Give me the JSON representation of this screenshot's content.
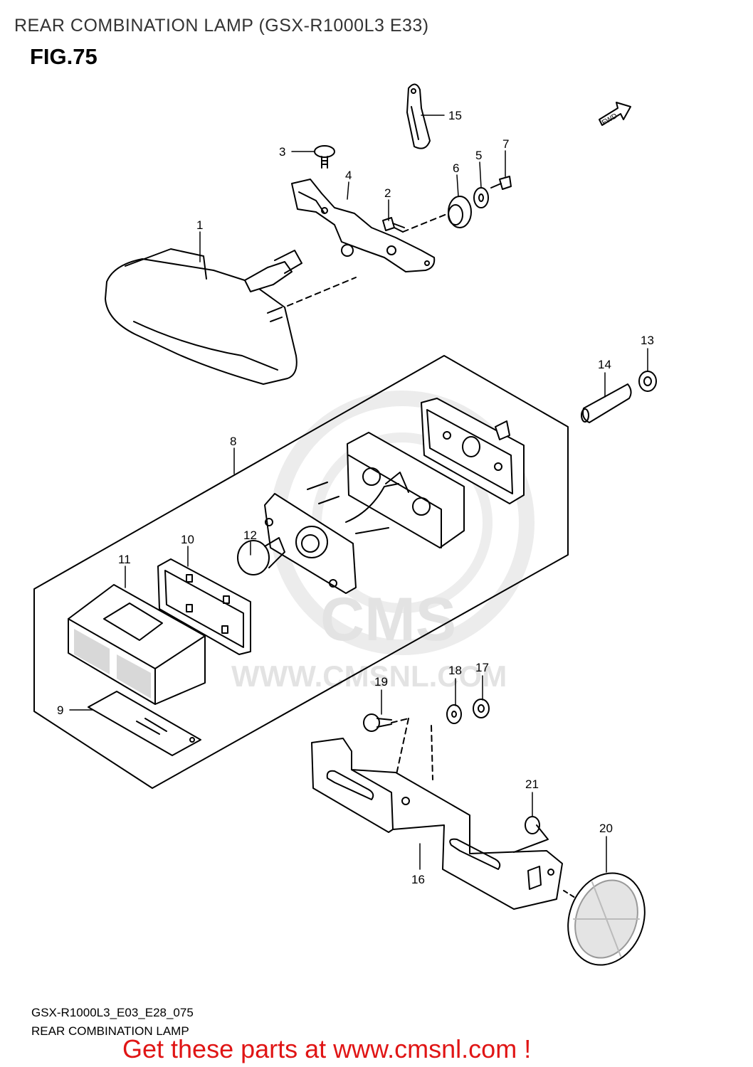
{
  "header": {
    "title": "REAR COMBINATION LAMP (GSX-R1000L3 E33)",
    "figure": "FIG.75"
  },
  "diagram": {
    "fwd_badge": "FWD",
    "watermark": {
      "brand": "CMS",
      "url": "WWW.CMSNL.COM"
    },
    "callouts": [
      {
        "id": "1",
        "label": "1"
      },
      {
        "id": "2",
        "label": "2"
      },
      {
        "id": "3",
        "label": "3"
      },
      {
        "id": "4",
        "label": "4"
      },
      {
        "id": "5",
        "label": "5"
      },
      {
        "id": "6",
        "label": "6"
      },
      {
        "id": "7",
        "label": "7"
      },
      {
        "id": "8",
        "label": "8"
      },
      {
        "id": "9",
        "label": "9"
      },
      {
        "id": "10",
        "label": "10"
      },
      {
        "id": "11",
        "label": "11"
      },
      {
        "id": "12",
        "label": "12"
      },
      {
        "id": "13",
        "label": "13"
      },
      {
        "id": "14",
        "label": "14"
      },
      {
        "id": "15",
        "label": "15"
      },
      {
        "id": "16",
        "label": "16"
      },
      {
        "id": "17",
        "label": "17"
      },
      {
        "id": "18",
        "label": "18"
      },
      {
        "id": "19",
        "label": "19"
      },
      {
        "id": "20",
        "label": "20"
      },
      {
        "id": "21",
        "label": "21"
      }
    ]
  },
  "footer": {
    "code": "GSX-R1000L3_E03_E28_075",
    "name": "REAR COMBINATION LAMP",
    "promo": "Get these parts at www.cmsnl.com !"
  },
  "colors": {
    "promo": "#e01515",
    "line": "#000000",
    "watermark": "#e3e3e3"
  }
}
